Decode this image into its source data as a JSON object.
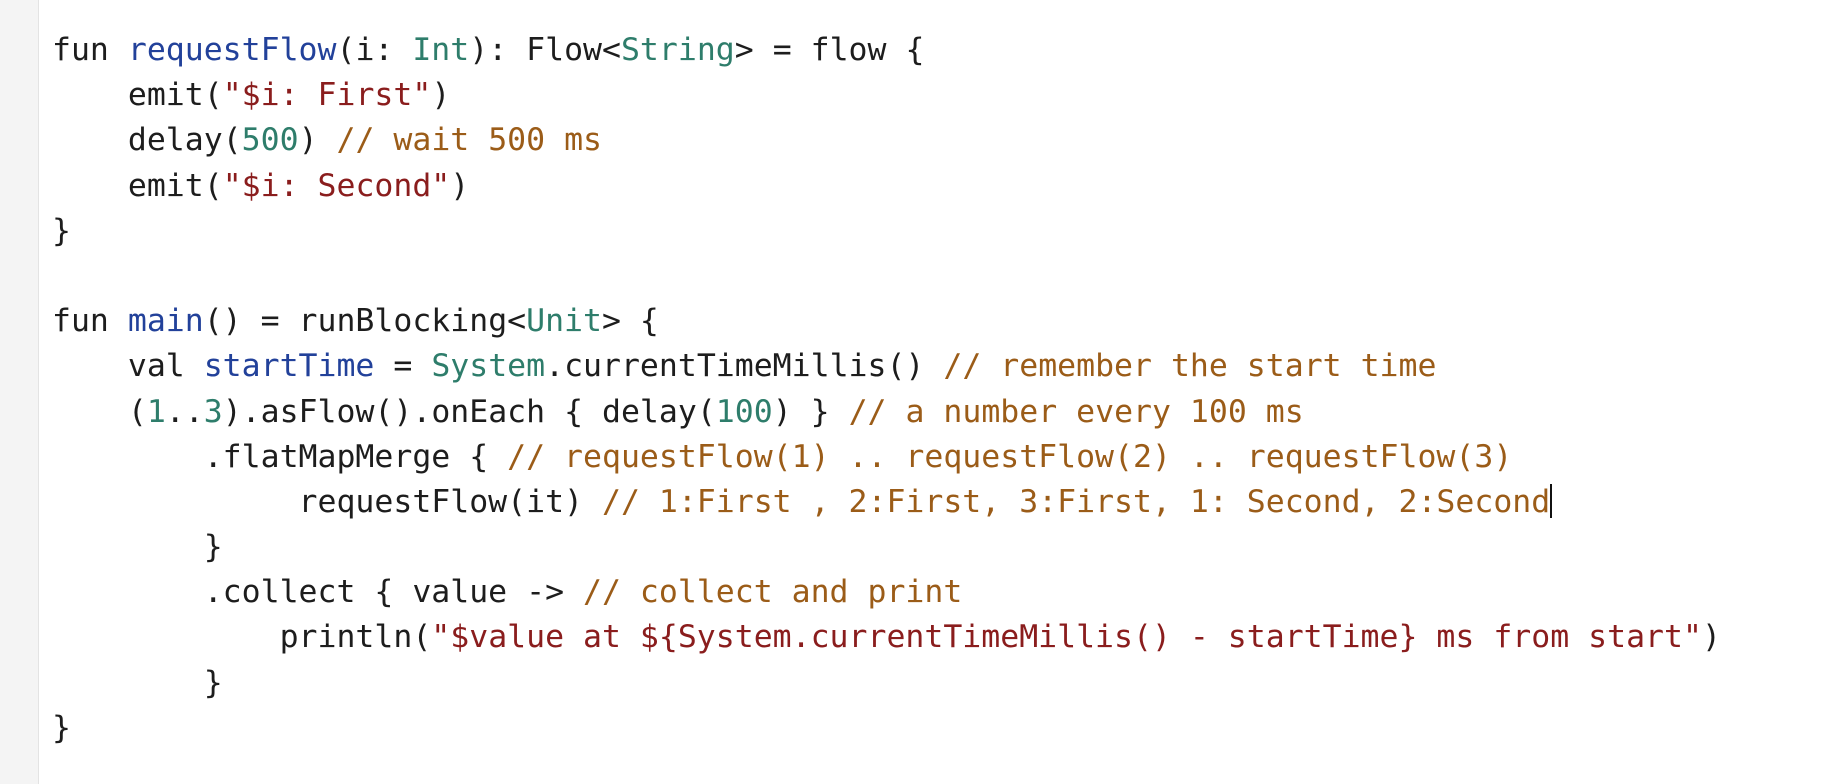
{
  "editor": {
    "lines": [
      [
        {
          "t": "fun ",
          "c": "kw"
        },
        {
          "t": "requestFlow",
          "c": "fn"
        },
        {
          "t": "(i: ",
          "c": "kw"
        },
        {
          "t": "Int",
          "c": "ty"
        },
        {
          "t": "): Flow<",
          "c": "kw"
        },
        {
          "t": "String",
          "c": "ty"
        },
        {
          "t": "> = flow {",
          "c": "kw"
        }
      ],
      [
        {
          "t": "    emit(",
          "c": "kw"
        },
        {
          "t": "\"$i: First\"",
          "c": "str"
        },
        {
          "t": ")",
          "c": "kw"
        }
      ],
      [
        {
          "t": "    delay(",
          "c": "kw"
        },
        {
          "t": "500",
          "c": "num"
        },
        {
          "t": ") ",
          "c": "kw"
        },
        {
          "t": "// wait 500 ms",
          "c": "cmt"
        }
      ],
      [
        {
          "t": "    emit(",
          "c": "kw"
        },
        {
          "t": "\"$i: Second\"",
          "c": "str"
        },
        {
          "t": ")",
          "c": "kw"
        }
      ],
      [
        {
          "t": "}",
          "c": "kw"
        }
      ],
      [],
      [
        {
          "t": "fun ",
          "c": "kw"
        },
        {
          "t": "main",
          "c": "fn"
        },
        {
          "t": "() = runBlocking<",
          "c": "kw"
        },
        {
          "t": "Unit",
          "c": "ty"
        },
        {
          "t": "> {",
          "c": "kw"
        }
      ],
      [
        {
          "t": "    val ",
          "c": "kw"
        },
        {
          "t": "startTime",
          "c": "fn"
        },
        {
          "t": " = ",
          "c": "kw"
        },
        {
          "t": "System",
          "c": "ty"
        },
        {
          "t": ".currentTimeMillis() ",
          "c": "kw"
        },
        {
          "t": "// remember the start time",
          "c": "cmt"
        }
      ],
      [
        {
          "t": "    (",
          "c": "kw"
        },
        {
          "t": "1",
          "c": "num"
        },
        {
          "t": "..",
          "c": "kw"
        },
        {
          "t": "3",
          "c": "num"
        },
        {
          "t": ").asFlow().onEach { delay(",
          "c": "kw"
        },
        {
          "t": "100",
          "c": "num"
        },
        {
          "t": ") } ",
          "c": "kw"
        },
        {
          "t": "// a number every 100 ms",
          "c": "cmt"
        }
      ],
      [
        {
          "t": "        .flatMapMerge { ",
          "c": "kw"
        },
        {
          "t": "// requestFlow(1) .. requestFlow(2) .. requestFlow(3)",
          "c": "cmt"
        }
      ],
      [
        {
          "t": "             requestFlow(it) ",
          "c": "kw"
        },
        {
          "t": "// 1:First , 2:First, 3:First, 1: Second, 2:Second",
          "c": "cmt"
        },
        {
          "caret": true
        }
      ],
      [
        {
          "t": "        }",
          "c": "kw"
        }
      ],
      [
        {
          "t": "        .collect { value -> ",
          "c": "kw"
        },
        {
          "t": "// collect and print",
          "c": "cmt"
        }
      ],
      [
        {
          "t": "            println(",
          "c": "kw"
        },
        {
          "t": "\"$value at ${System.currentTimeMillis() - startTime} ms from start\"",
          "c": "str"
        },
        {
          "t": ")",
          "c": "kw"
        }
      ],
      [
        {
          "t": "        }",
          "c": "kw"
        }
      ],
      [
        {
          "t": "}",
          "c": "kw"
        }
      ]
    ]
  }
}
